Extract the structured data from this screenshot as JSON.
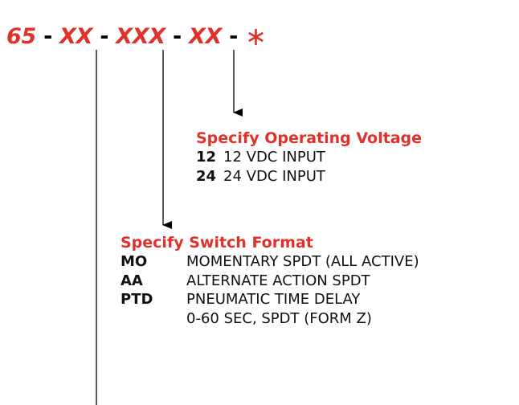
{
  "colors": {
    "accent": "#e0322b",
    "text": "#111111",
    "line": "#000000"
  },
  "part_number": {
    "prefix": "65",
    "separator": "-",
    "field_1": "XX",
    "field_2": "XXX",
    "field_3": "XX",
    "field_4": "∗"
  },
  "voltage": {
    "title": "Specify Operating Voltage",
    "options": [
      {
        "code": "12",
        "desc": "12 VDC INPUT"
      },
      {
        "code": "24",
        "desc": "24 VDC INPUT"
      }
    ]
  },
  "switch_format": {
    "title": "Specify Switch Format",
    "options": [
      {
        "code": "MO",
        "desc": "MOMENTARY SPDT (ALL ACTIVE)"
      },
      {
        "code": "AA",
        "desc": "ALTERNATE ACTION SPDT"
      },
      {
        "code": "PTD",
        "desc": "PNEUMATIC TIME DELAY",
        "desc_line2": "0-60 SEC, SPDT (FORM Z)"
      }
    ]
  }
}
